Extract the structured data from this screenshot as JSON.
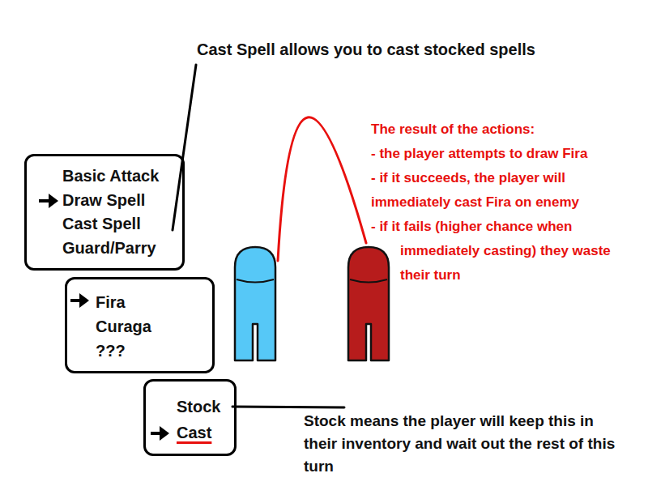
{
  "diagram": {
    "nodes": [
      {
        "text": [
          "Basic Attack",
          "Draw Spell",
          "Cast Spell",
          "Guard/Parry"
        ]
      },
      {
        "text": [
          "Fira",
          "Curaga",
          "???"
        ]
      },
      {
        "text": [
          "Stock",
          "Cast"
        ]
      }
    ],
    "labels": [
      "Cast Spell allows you to cast stocked spells",
      "The result of the actions:",
      "- the player attempts to draw Fira",
      "- if it succeeds, the player will immediately cast Fira on enemy",
      "- if it fails (higher chance when immediately casting) they waste their turn",
      "Stock means the player will keep this in their inventory and wait out the rest of this turn"
    ]
  }
}
